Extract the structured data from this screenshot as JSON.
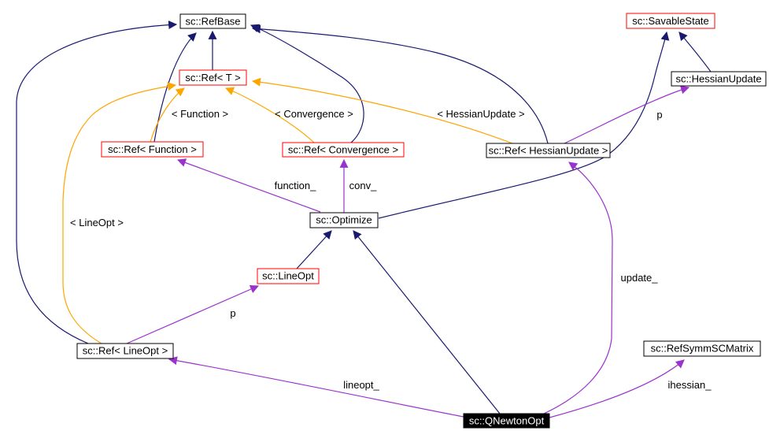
{
  "diagram": {
    "kind": "class-collaboration-graph",
    "colors": {
      "inheritance": "#191970",
      "template": "#FFA500",
      "usage": "#9A32CD",
      "highlight": "#FF0000",
      "box_border": "#000000",
      "current_fill": "#000000",
      "background": "#FFFFFF"
    },
    "nodes": [
      {
        "id": "refbase",
        "label": "sc::RefBase",
        "border": "black",
        "fill": "white"
      },
      {
        "id": "savablestate",
        "label": "sc::SavableState",
        "border": "red",
        "fill": "white"
      },
      {
        "id": "ref_t",
        "label": "sc::Ref< T >",
        "border": "red",
        "fill": "white"
      },
      {
        "id": "hessianupdate",
        "label": "sc::HessianUpdate",
        "border": "black",
        "fill": "white"
      },
      {
        "id": "ref_function",
        "label": "sc::Ref< Function >",
        "border": "red",
        "fill": "white"
      },
      {
        "id": "ref_convergence",
        "label": "sc::Ref< Convergence >",
        "border": "red",
        "fill": "white"
      },
      {
        "id": "ref_hessianupdate",
        "label": "sc::Ref< HessianUpdate >",
        "border": "black",
        "fill": "white"
      },
      {
        "id": "optimize",
        "label": "sc::Optimize",
        "border": "black",
        "fill": "white"
      },
      {
        "id": "lineopt",
        "label": "sc::LineOpt",
        "border": "red",
        "fill": "white"
      },
      {
        "id": "ref_lineopt",
        "label": "sc::Ref< LineOpt >",
        "border": "black",
        "fill": "white"
      },
      {
        "id": "refsymmscmatrix",
        "label": "sc::RefSymmSCMatrix",
        "border": "black",
        "fill": "white"
      },
      {
        "id": "qnewtonopt",
        "label": "sc::QNewtonOpt",
        "border": "black",
        "fill": "black"
      }
    ],
    "edges": [
      {
        "from": "ref_t",
        "to": "refbase",
        "kind": "inheritance",
        "label": ""
      },
      {
        "from": "ref_function",
        "to": "refbase",
        "kind": "inheritance",
        "label": ""
      },
      {
        "from": "ref_convergence",
        "to": "refbase",
        "kind": "inheritance",
        "label": ""
      },
      {
        "from": "ref_hessianupdate",
        "to": "refbase",
        "kind": "inheritance",
        "label": ""
      },
      {
        "from": "ref_lineopt",
        "to": "refbase",
        "kind": "inheritance",
        "label": ""
      },
      {
        "from": "optimize",
        "to": "savablestate",
        "kind": "inheritance",
        "label": ""
      },
      {
        "from": "hessianupdate",
        "to": "savablestate",
        "kind": "inheritance",
        "label": ""
      },
      {
        "from": "lineopt",
        "to": "optimize",
        "kind": "inheritance",
        "label": ""
      },
      {
        "from": "qnewtonopt",
        "to": "optimize",
        "kind": "inheritance",
        "label": ""
      },
      {
        "from": "ref_function",
        "to": "ref_t",
        "kind": "template",
        "label": "< Function >"
      },
      {
        "from": "ref_convergence",
        "to": "ref_t",
        "kind": "template",
        "label": "< Convergence >"
      },
      {
        "from": "ref_hessianupdate",
        "to": "ref_t",
        "kind": "template",
        "label": "< HessianUpdate >"
      },
      {
        "from": "ref_lineopt",
        "to": "ref_t",
        "kind": "template",
        "label": "< LineOpt >"
      },
      {
        "from": "optimize",
        "to": "ref_function",
        "kind": "usage",
        "label": "function_"
      },
      {
        "from": "optimize",
        "to": "ref_convergence",
        "kind": "usage",
        "label": "conv_"
      },
      {
        "from": "ref_hessianupdate",
        "to": "hessianupdate",
        "kind": "usage",
        "label": "p"
      },
      {
        "from": "ref_lineopt",
        "to": "lineopt",
        "kind": "usage",
        "label": "p"
      },
      {
        "from": "qnewtonopt",
        "to": "ref_hessianupdate",
        "kind": "usage",
        "label": "update_"
      },
      {
        "from": "qnewtonopt",
        "to": "ref_lineopt",
        "kind": "usage",
        "label": "lineopt_"
      },
      {
        "from": "qnewtonopt",
        "to": "refsymmscmatrix",
        "kind": "usage",
        "label": "ihessian_"
      }
    ]
  }
}
